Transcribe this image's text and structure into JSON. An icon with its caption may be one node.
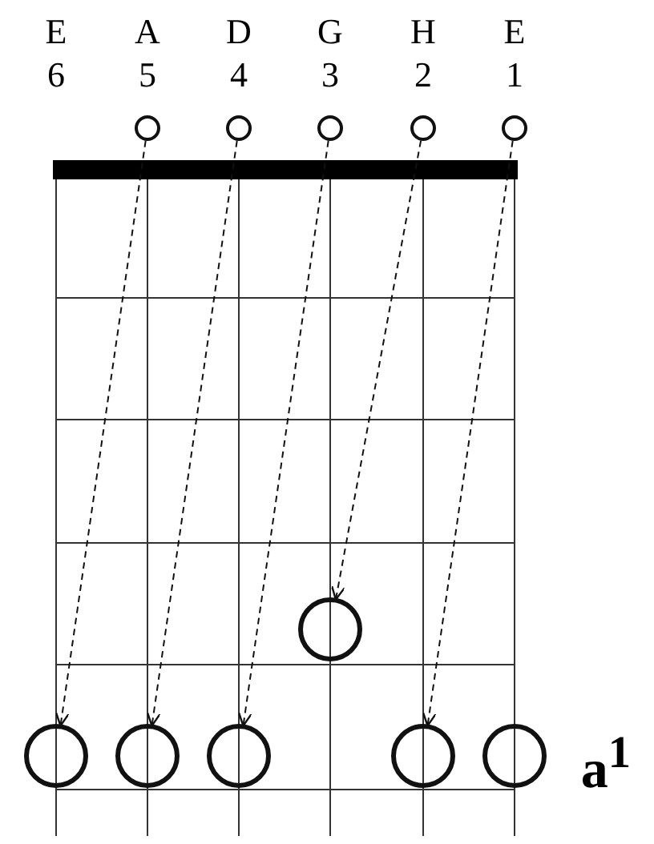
{
  "diagram": {
    "nodes": [
      {
        "text": [],
        "shape": "circle"
      },
      {
        "text": [],
        "shape": "circle"
      },
      {
        "text": [],
        "shape": "circle"
      },
      {
        "text": [],
        "shape": "circle"
      },
      {
        "text": [],
        "shape": "circle"
      },
      {
        "text": [],
        "shape": "circle"
      },
      {
        "text": [],
        "shape": "circle"
      },
      {
        "text": [],
        "shape": "circle"
      },
      {
        "text": [],
        "shape": "circle"
      },
      {
        "text": [],
        "shape": "circle"
      },
      {
        "text": [],
        "shape": "circle"
      }
    ],
    "edges": [
      {
        "from": 0,
        "to": 6,
        "arrow": "to",
        "style": "dashed"
      },
      {
        "from": 1,
        "to": 7,
        "arrow": "to",
        "style": "dashed"
      },
      {
        "from": 2,
        "to": 8,
        "arrow": "to",
        "style": "dashed"
      },
      {
        "from": 3,
        "to": 5,
        "arrow": "to",
        "style": "dashed"
      },
      {
        "from": 4,
        "to": 9,
        "arrow": "to",
        "style": "dashed"
      }
    ],
    "labels": [
      "E",
      "A",
      "D",
      "G",
      "H",
      "E",
      "6",
      "5",
      "4",
      "3",
      "2",
      "1",
      "a$^{1}$"
    ]
  }
}
